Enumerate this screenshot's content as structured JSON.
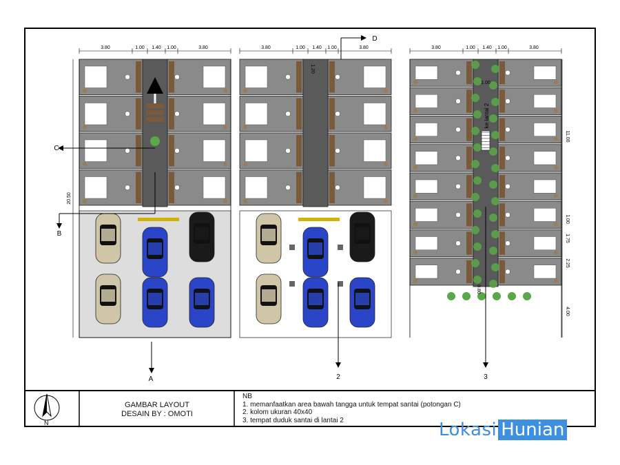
{
  "dimensions": {
    "top": [
      "3.80",
      "1.00",
      "1.40",
      "1.00",
      "3.80"
    ],
    "depth_total": "20.50",
    "side": [
      "11.00",
      "1.00",
      "1.75",
      "2.25",
      "4.00"
    ],
    "stair_w": "1.20",
    "corridor": "1.00",
    "lower": "0.80"
  },
  "section_labels": {
    "a": "A",
    "b": "B",
    "c": "C",
    "d": "D",
    "n2": "2",
    "n3": "3"
  },
  "stair_note": "ke lantai 2",
  "title_block": {
    "line1": "GAMBAR LAYOUT",
    "line2": "DESAIN BY : OMOTI",
    "north": "N"
  },
  "notes": {
    "heading": "NB",
    "items": [
      "1. memanfaatkan area bawah tangga untuk tempat santai (potongan C)",
      "2. kolom ukuran 40x40",
      "3. tempat duduk santai di lantai 2"
    ]
  },
  "watermark": {
    "part1": "Lokasi",
    "part2": "Hunian"
  },
  "colors": {
    "room_floor": "#8a8a8a",
    "corridor": "#5a5a5a",
    "wood": "#7a5a3a",
    "car_blue": "#2a45c8",
    "car_black": "#1a1a1a",
    "car_beige": "#cfc6a8",
    "tree": "#5aa84a"
  }
}
